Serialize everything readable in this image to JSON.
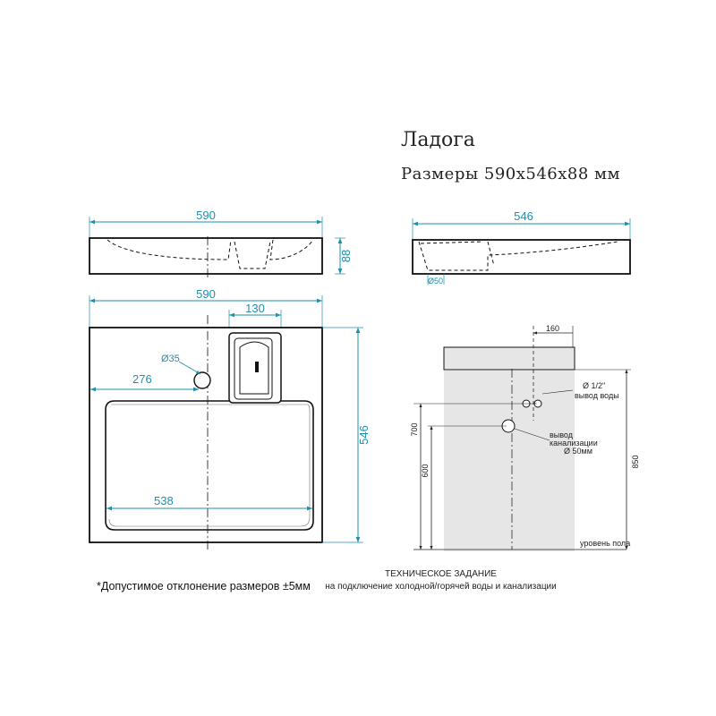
{
  "header": {
    "title": "Ладога",
    "subtitle": "Размеры 590х546х88 мм"
  },
  "front_view": {
    "width_label": "590",
    "height_label": "88"
  },
  "side_view": {
    "depth_label": "546",
    "drain_label": "Ø50"
  },
  "top_view": {
    "width_label": "590",
    "depth_label": "546",
    "faucet_width_label": "130",
    "hole_diameter_label": "Ø35",
    "hole_offset_label": "276",
    "bowl_width_label": "538"
  },
  "technical_view": {
    "top_offset_label": "160",
    "water_outlet_diameter": "Ø 1/2\"",
    "water_outlet_label": "вывод воды",
    "sewer_outlet_label_1": "вывод",
    "sewer_outlet_label_2": "канализации",
    "sewer_outlet_diameter": "Ø 50мм",
    "height_700": "700",
    "height_600": "600",
    "height_850": "850",
    "floor_label": "уровень пола",
    "title": "ТЕХНИЧЕСКОЕ ЗАДАНИЕ",
    "subtitle": "на подключение холодной/горячей воды и канализации"
  },
  "footer": {
    "tolerance_note": "*Допустимое отклонение размеров ±5мм"
  },
  "colors": {
    "dimension": "#1f8fae",
    "outline": "#111111",
    "wall": "#e6e6e6"
  }
}
